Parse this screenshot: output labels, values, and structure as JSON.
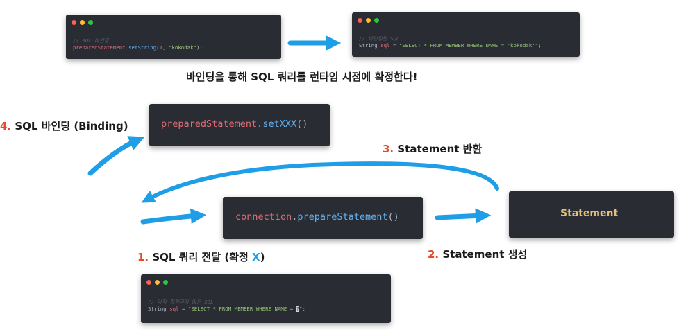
{
  "colors": {
    "window_bg": "#2a2c33",
    "dot_red": "#ff5f56",
    "dot_yellow": "#ffbd2e",
    "dot_green": "#27c93f",
    "comment": "#5b5f6b",
    "var": "#e06c75",
    "method": "#61afef",
    "string": "#98c379",
    "number": "#d19a66",
    "punct": "#abb2bf",
    "statement_text": "#e5c07b",
    "arrow": "#1e9ee6",
    "step_number": "#e5482b",
    "x_mark": "#1e9ee6"
  },
  "snippet_binding": {
    "comment": "// SQL 바인딩",
    "object": "preparedStatement",
    "method": "setString",
    "args_open": "(",
    "arg_num": "1",
    "arg_sep": ", ",
    "arg_str": "\"kokodak\"",
    "args_close": ");"
  },
  "snippet_bound": {
    "comment": "// 바인딩된 SQL",
    "type": "String",
    "varname": "sql",
    "eq": " = ",
    "value": "\"SELECT * FROM MEMBER WHERE NAME = 'kokodak'\"",
    "end": ";"
  },
  "caption": "바인딩을 통해 SQL 쿼리를 런타임 시점에 확정한다!",
  "box_set": {
    "object": "preparedStatement",
    "dot": ".",
    "method": "setXXX",
    "parens": "()"
  },
  "box_prepare": {
    "object": "connection",
    "dot": ".",
    "method": "prepareStatement",
    "parens": "()"
  },
  "box_statement": {
    "label": "Statement"
  },
  "steps": {
    "step1": {
      "num": "1.",
      "text": " SQL 쿼리 전달 (확정 ",
      "x": "X",
      "close": ")"
    },
    "step2": {
      "num": "2.",
      "text": " Statement 생성"
    },
    "step3": {
      "num": "3.",
      "text": " Statement 반환"
    },
    "step4": {
      "num": "4.",
      "text": " SQL 바인딩 (Binding)"
    }
  },
  "snippet_unbound": {
    "comment": "// 아직 확정되지 않은 SQL",
    "type": "String",
    "varname": "sql",
    "eq": " = ",
    "value_pre": "\"SELECT * FROM MEMBER WHERE NAME = ",
    "placeholder": "?",
    "value_post": "\"",
    "end": ";"
  }
}
